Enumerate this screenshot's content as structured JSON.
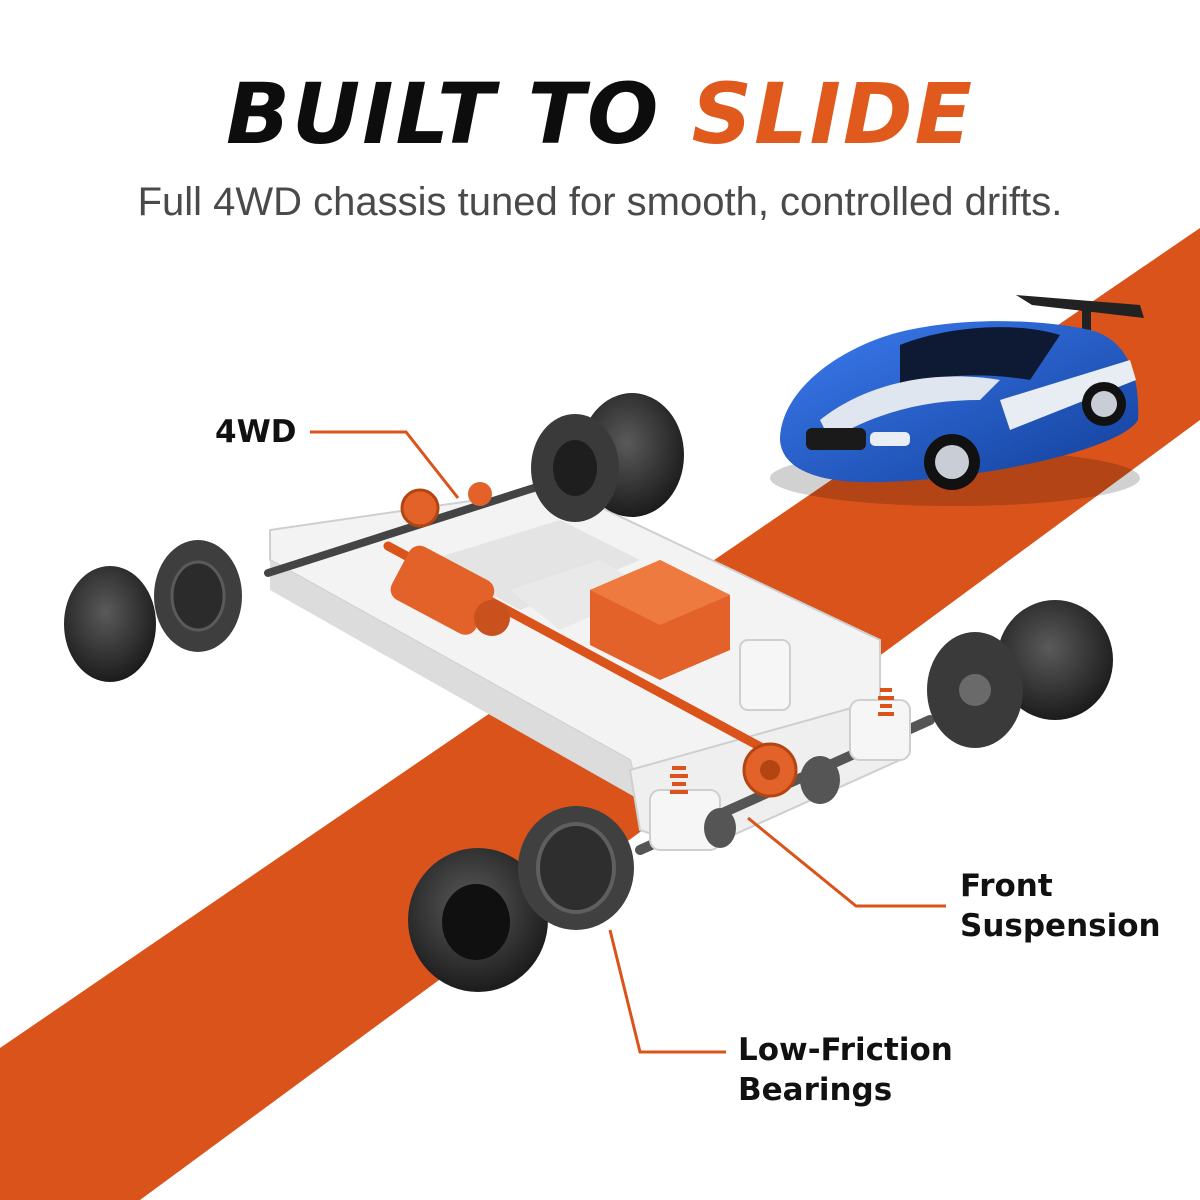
{
  "header": {
    "title_part1": "BUILT TO",
    "title_part2": "SLIDE",
    "subtitle": "Full 4WD chassis tuned for smooth, controlled drifts."
  },
  "callouts": {
    "four_wd": "4WD",
    "front_suspension_line1": "Front",
    "front_suspension_line2": "Suspension",
    "bearings_line1": "Low-Friction",
    "bearings_line2": "Bearings"
  },
  "colors": {
    "accent": "#e05a1e",
    "track": "#d9531a",
    "chassis": "#f2f2f2",
    "tire": "#2b2b2b",
    "car_body": "#1f5fd1",
    "text_dark": "#0d0d0d",
    "text_gray": "#4a4a4a"
  }
}
